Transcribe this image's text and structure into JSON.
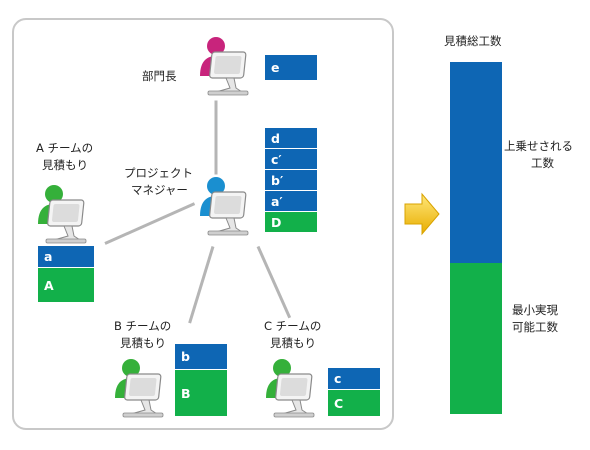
{
  "colors": {
    "blue": "#0e66b4",
    "green": "#12b04a",
    "person_manager": "#c8247c",
    "person_pm": "#1a8fd0",
    "person_team": "#35b03a",
    "arrow": "#f3c31a",
    "line": "#b5b5b5"
  },
  "nodes": {
    "manager": {
      "label": "部門長",
      "icon": "person-at-computer-icon",
      "cells": [
        "e"
      ]
    },
    "pm": {
      "label_lines": [
        "プロジェクト",
        "マネジャー"
      ],
      "icon": "person-at-computer-icon",
      "cells": [
        "d",
        "c′",
        "b′",
        "a′",
        "D"
      ]
    },
    "team_a": {
      "label_lines": [
        "A チームの",
        "見積もり"
      ],
      "icon": "person-at-computer-icon",
      "cells": [
        "a",
        "A"
      ]
    },
    "team_b": {
      "label_lines": [
        "B チームの",
        "見積もり"
      ],
      "icon": "person-at-computer-icon",
      "cells": [
        "b",
        "B"
      ]
    },
    "team_c": {
      "label_lines": [
        "C チームの",
        "見積もり"
      ],
      "icon": "person-at-computer-icon",
      "cells": [
        "c",
        "C"
      ]
    }
  },
  "arrow_icon": "right-arrow-icon",
  "total": {
    "title": "見積総工数",
    "upper_label_lines": [
      "上乗せされる",
      "工数"
    ],
    "lower_label_lines": [
      "最小実現",
      "可能工数"
    ],
    "upper_fraction": 0.57
  }
}
